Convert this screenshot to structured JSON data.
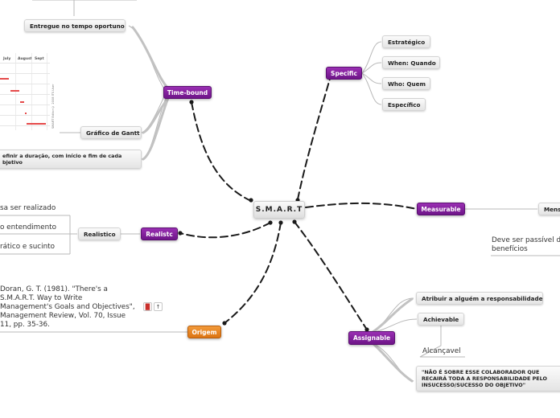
{
  "central": {
    "label": "S.M.A.R.T"
  },
  "branches": {
    "specific": {
      "label": "Specific",
      "children": [
        "Estratégico",
        "When: Quando",
        "Who: Quem",
        "Específico"
      ]
    },
    "measurable": {
      "label": "Measurable",
      "children": [
        "Mens"
      ],
      "note": [
        "Deve ser passível d",
        "benefícios"
      ]
    },
    "assignable": {
      "label": "Assignable",
      "children": [
        "Atribuir a alguém a responsabilidade",
        "Achievable"
      ],
      "achievable_child": "Alcançavel",
      "quote": [
        "\"NÃO É SOBRE ESSE COLABORADOR QUE",
        "RECAIRÁ TODA A RESPONSABILIDADE PELO",
        "INSUCESSO/SUCESSO DO OBJETIVO\""
      ]
    },
    "realistic": {
      "label": "Realistc",
      "child": "Realistico",
      "notes": [
        "sa ser realizado",
        "o entendimento",
        "rático e sucinto"
      ]
    },
    "origem": {
      "label": "Origem",
      "reference": [
        "Doran, G. T. (1981). \"There's a",
        "S.M.A.R.T. Way to Write",
        "Management's Goals and Objectives\",",
        "Management Review, Vol. 70, Issue",
        "11, pp. 35-36."
      ]
    },
    "timebound": {
      "label": "Time-bound",
      "children": [
        "Entregue no tempo oportuno",
        "Gráfico de Gantt"
      ],
      "definir": [
        "efinir a duração, com início e fim de cada",
        "bjetivo"
      ],
      "gantt": {
        "months": [
          "July",
          "August",
          "Sept"
        ],
        "side_text": "SMART Editor © 2008 ITS User",
        "bar_color": "#e54a4a"
      }
    }
  },
  "colors": {
    "purple": "#7c1b96",
    "orange": "#e47f1f",
    "connector": "#1a1a1a",
    "child_line": "#b8b8b8"
  },
  "icons": [
    "book-red-icon",
    "bookmark-icon"
  ]
}
